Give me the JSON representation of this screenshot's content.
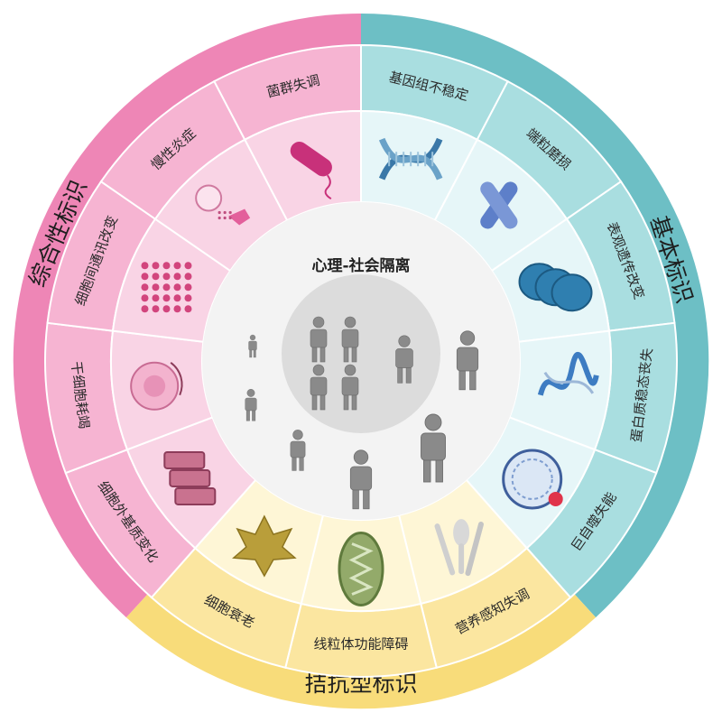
{
  "center": {
    "title": "心理-社会隔离"
  },
  "groups": {
    "integrative": {
      "label": "综合性标识",
      "color": "#ee86b6"
    },
    "primary": {
      "label": "基本标识",
      "color": "#6dbfc5"
    },
    "antagonistic": {
      "label": "拮抗型标识",
      "color": "#f8dc7a"
    }
  },
  "segments": [
    {
      "group": "primary",
      "label": "基因组不稳定",
      "icon": "dna-helix-icon"
    },
    {
      "group": "primary",
      "label": "端粒磨损",
      "icon": "chromosome-icon"
    },
    {
      "group": "primary",
      "label": "表观遗传改变",
      "icon": "nucleosome-icon"
    },
    {
      "group": "primary",
      "label": "蛋白质稳态丧失",
      "icon": "protein-fold-icon"
    },
    {
      "group": "primary",
      "label": "巨自噬失能",
      "icon": "autophagosome-icon"
    },
    {
      "group": "antagonistic",
      "label": "营养感知失调",
      "icon": "cutlery-icon"
    },
    {
      "group": "antagonistic",
      "label": "线粒体功能障碍",
      "icon": "mitochondrion-icon"
    },
    {
      "group": "antagonistic",
      "label": "细胞衰老",
      "icon": "withered-leaf-icon"
    },
    {
      "group": "integrative",
      "label": "细胞外基质变化",
      "icon": "extracellular-matrix-icon"
    },
    {
      "group": "integrative",
      "label": "干细胞耗竭",
      "icon": "stem-cell-icon"
    },
    {
      "group": "integrative",
      "label": "细胞间通讯改变",
      "icon": "cell-network-icon"
    },
    {
      "group": "integrative",
      "label": "慢性炎症",
      "icon": "inflammation-cell-icon"
    },
    {
      "group": "integrative",
      "label": "菌群失调",
      "icon": "bacterium-icon"
    }
  ]
}
